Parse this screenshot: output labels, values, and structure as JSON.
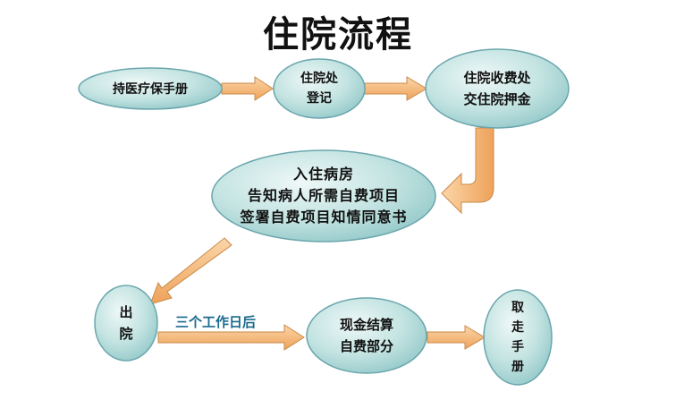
{
  "title": "住院流程",
  "nodes": {
    "insurance_booklet": {
      "lines": [
        "持医疗保手册"
      ]
    },
    "admission_registration": {
      "lines": [
        "住院处",
        "登记"
      ]
    },
    "deposit_payment": {
      "lines": [
        "住院收费处",
        "交住院押金"
      ]
    },
    "ward_admission": {
      "lines": [
        "入住病房",
        "告知病人所需自费项目",
        "签署自费项目知情同意书"
      ]
    },
    "discharge": {
      "lines": [
        "出",
        "院"
      ]
    },
    "cash_settlement": {
      "lines": [
        "现金结算",
        "自费部分"
      ]
    },
    "collect_booklet": {
      "lines": [
        "取",
        "走",
        "手",
        "册"
      ]
    }
  },
  "edges": {
    "discharge_to_settlement": {
      "label": "三个工作日后"
    }
  },
  "colors": {
    "node_fill": "#b8dddb",
    "node_fill_light": "#e6f4f3",
    "node_stroke": "#6aa6ad",
    "arrow_fill": "#f3b778",
    "arrow_stroke": "#c98a4a",
    "edge_label": "#1b6a8e"
  }
}
